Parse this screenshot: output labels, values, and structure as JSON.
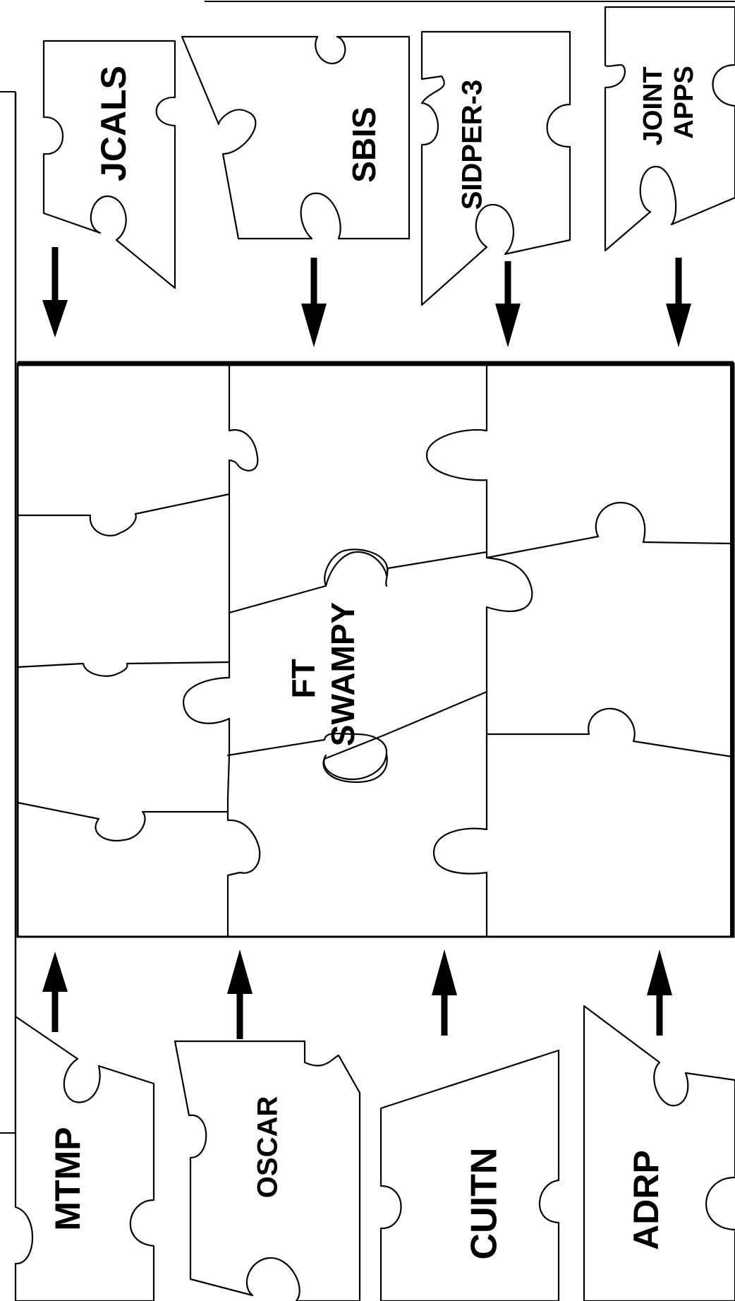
{
  "center_label": [
    "FT",
    "SWAMPY"
  ],
  "incoming_top": [
    {
      "name": "jcals-piece",
      "label": [
        "JCALS"
      ]
    },
    {
      "name": "sbis-piece",
      "label": [
        "SBIS"
      ]
    },
    {
      "name": "sidper-3-piece",
      "label": [
        "SIDPER-3"
      ]
    },
    {
      "name": "joint-apps-piece",
      "label": [
        "JOINT",
        "APPS"
      ]
    }
  ],
  "incoming_bottom": [
    {
      "name": "mtmp-piece",
      "label": [
        "MTMP"
      ]
    },
    {
      "name": "oscar-piece",
      "label": [
        "OSCAR"
      ]
    },
    {
      "name": "cuitn-piece",
      "label": [
        "CUITN"
      ]
    },
    {
      "name": "adrp-piece",
      "label": [
        "ADRP"
      ]
    }
  ]
}
